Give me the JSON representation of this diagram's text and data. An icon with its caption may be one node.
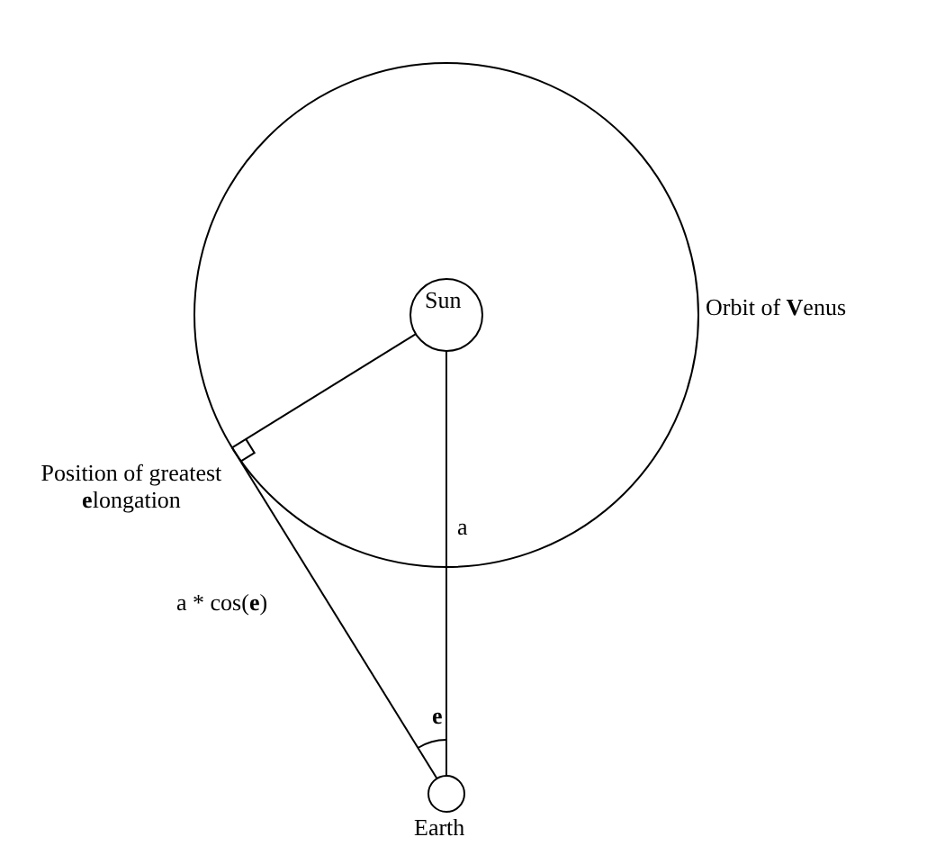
{
  "diagram": {
    "nodes": [
      {
        "text": [
          "Orbit of **V**enus"
        ]
      },
      {
        "text": [
          "Sun"
        ],
        "in": 0
      },
      {
        "text": [
          "Position of greatest **e**longation"
        ]
      },
      {
        "text": [
          "Earth"
        ]
      }
    ],
    "edges": [
      {
        "from": 1,
        "to": 2,
        "arrow": "none"
      },
      {
        "from": 1,
        "to": 3,
        "arrow": "none",
        "label": "a"
      },
      {
        "from": 2,
        "to": 3,
        "arrow": "none",
        "label": "a * cos(**e**)"
      }
    ],
    "labels": [
      "e"
    ]
  }
}
